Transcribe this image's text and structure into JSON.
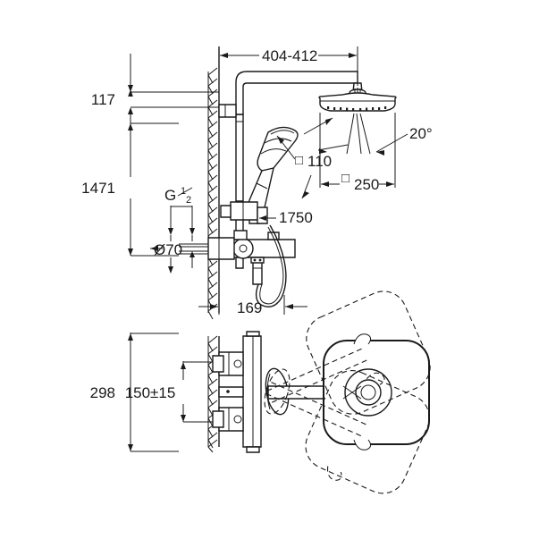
{
  "drawing": {
    "title": "Shower system installation dimension drawing",
    "line_color": "#1a1a1a",
    "background_color": "#ffffff",
    "views": [
      {
        "name": "side-elevation",
        "position": "top"
      },
      {
        "name": "top-view",
        "position": "bottom"
      }
    ]
  },
  "dimensions": {
    "arm_length": "404-412",
    "head_to_wall_top": "117",
    "riser_height": "1471",
    "thread_size_prefix": "G",
    "thread_size_fraction_num": "1",
    "thread_size_fraction_den": "2",
    "inlet_spacing": "Ø70",
    "hand_shower_size": "110",
    "head_shower_size": "250",
    "hose_length": "1750",
    "tilt_angle": "20°",
    "valve_projection": "169",
    "valve_body_height": "298",
    "inlet_centres": "150±15",
    "square_symbol": "□"
  },
  "labels": [
    {
      "id": "dim-404-412",
      "text": "404-412"
    },
    {
      "id": "dim-117",
      "text": "117"
    },
    {
      "id": "dim-1471",
      "text": "1471"
    },
    {
      "id": "dim-g-half",
      "text": "G"
    },
    {
      "id": "dim-d70",
      "text": "Ø70"
    },
    {
      "id": "dim-110",
      "text": "110"
    },
    {
      "id": "dim-250",
      "text": "250"
    },
    {
      "id": "dim-1750",
      "text": "1750"
    },
    {
      "id": "dim-20deg",
      "text": "20°"
    },
    {
      "id": "dim-169",
      "text": "169"
    },
    {
      "id": "dim-298",
      "text": "298"
    },
    {
      "id": "dim-150pm15",
      "text": "150±15"
    }
  ]
}
